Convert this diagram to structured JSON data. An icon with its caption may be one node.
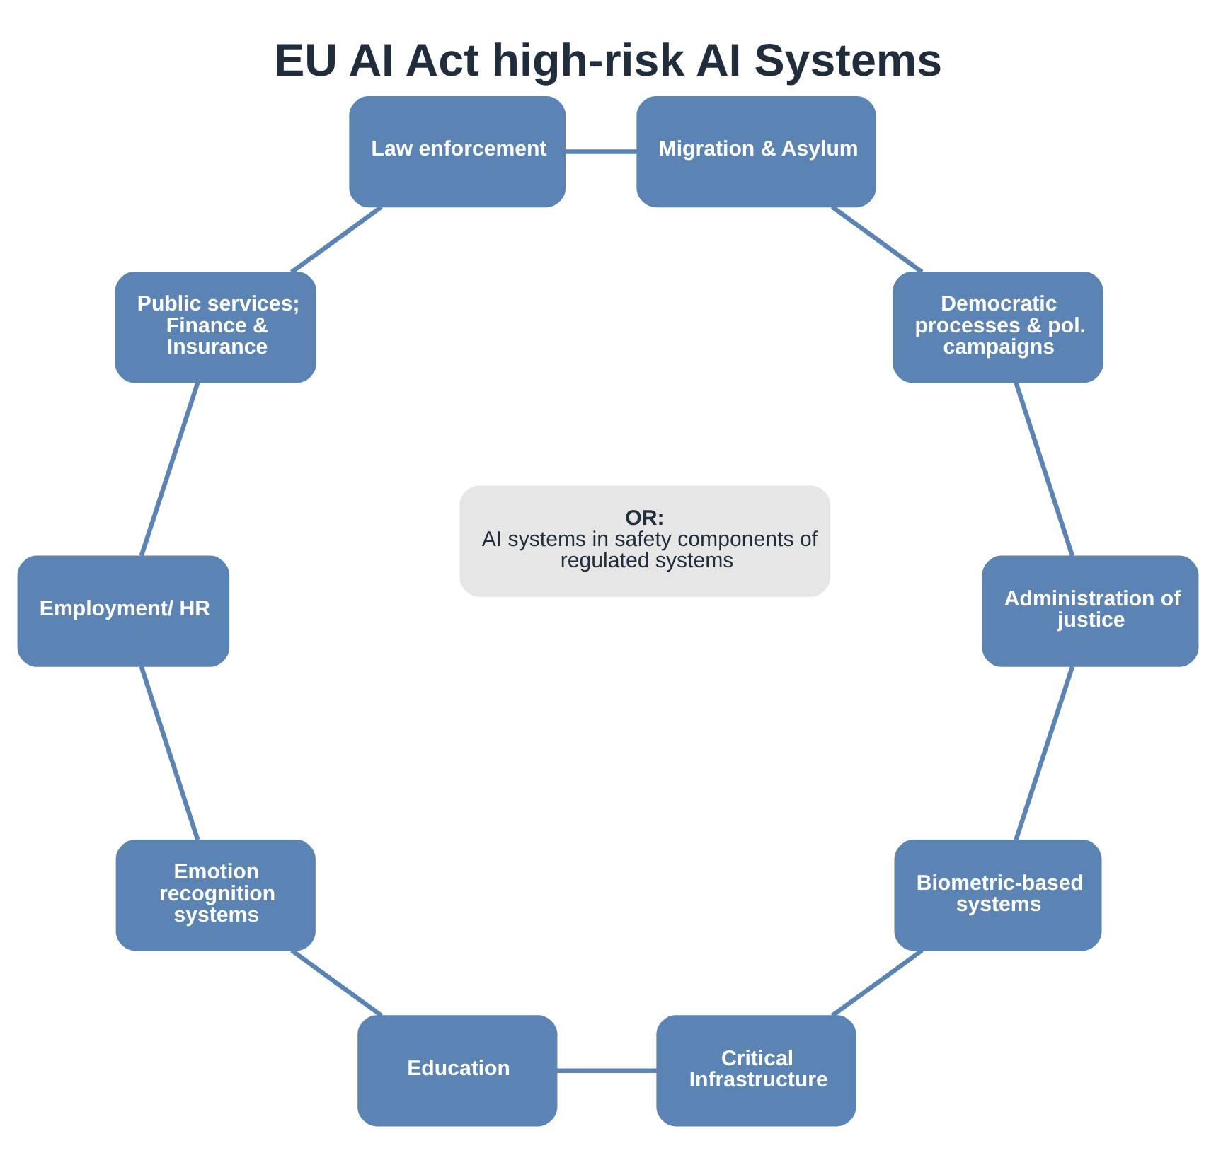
{
  "diagram": {
    "title": "EU AI Act high-risk AI Systems",
    "nodes": [
      {
        "text": [
          "Biometric-based systems"
        ]
      },
      {
        "text": [
          "Critical Infrastructure"
        ]
      },
      {
        "text": [
          "Education"
        ]
      },
      {
        "text": [
          "Emotion recognition systems"
        ]
      },
      {
        "text": [
          "Employment/ HR"
        ]
      },
      {
        "text": [
          "Public services; Finance & Insurance"
        ]
      },
      {
        "text": [
          "Law enforcement"
        ]
      },
      {
        "text": [
          "Migration & Asylum"
        ]
      },
      {
        "text": [
          "Democratic processes & pol. campaigns"
        ]
      },
      {
        "text": [
          "Administration of justice"
        ]
      },
      {
        "text": [
          "OR:",
          "AI systems in safety components of regulated systems"
        ]
      }
    ],
    "edges": [
      {
        "from": 0,
        "to": 1,
        "arrow": "none"
      },
      {
        "from": 1,
        "to": 2,
        "arrow": "none"
      },
      {
        "from": 2,
        "to": 3,
        "arrow": "none"
      },
      {
        "from": 3,
        "to": 4,
        "arrow": "none"
      },
      {
        "from": 4,
        "to": 5,
        "arrow": "none"
      },
      {
        "from": 5,
        "to": 6,
        "arrow": "none"
      },
      {
        "from": 6,
        "to": 7,
        "arrow": "none"
      },
      {
        "from": 7,
        "to": 8,
        "arrow": "none"
      },
      {
        "from": 8,
        "to": 9,
        "arrow": "none"
      },
      {
        "from": 9,
        "to": 0,
        "arrow": "none"
      }
    ]
  }
}
